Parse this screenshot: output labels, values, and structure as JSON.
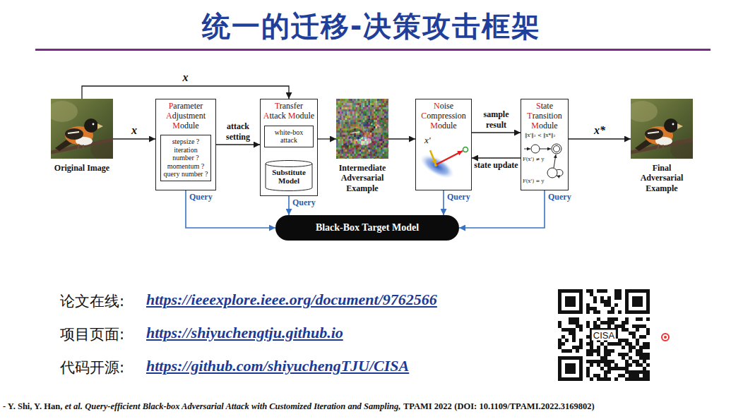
{
  "diagram": {
    "title": "统一的迁移-决策攻击框架",
    "nodes": [
      {
        "text": [
          "Original Image"
        ]
      },
      {
        "text": [
          "Parameter Adjustment Module"
        ]
      },
      {
        "text": [
          "stepsize ?",
          "iteration number ?",
          "momentum ?",
          "query number ?"
        ],
        "in": 1
      },
      {
        "text": [
          "Transfer Attack Module"
        ]
      },
      {
        "text": [
          "white-box attack"
        ],
        "in": 3
      },
      {
        "text": [
          "Substitute Model"
        ],
        "in": 3
      },
      {
        "text": [
          "Intermediate Adversarial Example"
        ]
      },
      {
        "text": [
          "Noise Compression Module",
          "x'"
        ]
      },
      {
        "text": [
          "State Transition Module",
          "‖x'‖₂ < ‖x*‖₂",
          "F(x') ≠ y",
          "F(x') = y"
        ]
      },
      {
        "text": [
          "Final Adversarial Example"
        ]
      },
      {
        "text": [
          "Black-Box Target Model"
        ]
      }
    ],
    "edges": [
      {
        "from": 0,
        "to": 1,
        "label": "x",
        "arrow": "to"
      },
      {
        "from": 0,
        "to": 3,
        "label": "x",
        "arrow": "to"
      },
      {
        "from": 1,
        "to": 3,
        "label": "attack setting",
        "arrow": "to"
      },
      {
        "from": 4,
        "to": 5,
        "arrow": "to"
      },
      {
        "from": 3,
        "to": 6,
        "arrow": "to"
      },
      {
        "from": 6,
        "to": 7,
        "arrow": "to"
      },
      {
        "from": 7,
        "to": 8,
        "label": "sample result",
        "arrow": "to"
      },
      {
        "from": 8,
        "to": 7,
        "label": "state update",
        "arrow": "to"
      },
      {
        "from": 8,
        "to": 9,
        "label": "x*",
        "arrow": "to"
      },
      {
        "from": 1,
        "to": 10,
        "label": "Query",
        "arrow": "to"
      },
      {
        "from": 3,
        "to": 10,
        "label": "Query",
        "arrow": "to"
      },
      {
        "from": 7,
        "to": 10,
        "label": "Query",
        "arrow": "to"
      },
      {
        "from": 8,
        "to": 10,
        "label": "Query",
        "arrow": "to"
      }
    ],
    "labels": [
      "论文在线:",
      "https://ieeexplore.ieee.org/document/9762566",
      "项目页面:",
      "https://shiyuchengtju.github.io",
      "代码开源:",
      "https://github.com/shiyuchengTJU/CISA",
      "CISA",
      "- Y. Shi, Y. Han,",
      "et al.",
      "Query-efficient Black-box Adversarial Attack with Customized Iteration and Sampling,",
      "TPAMI 2022",
      "(DOI: 10.1109/TPAMI.2022.3169802)"
    ]
  }
}
